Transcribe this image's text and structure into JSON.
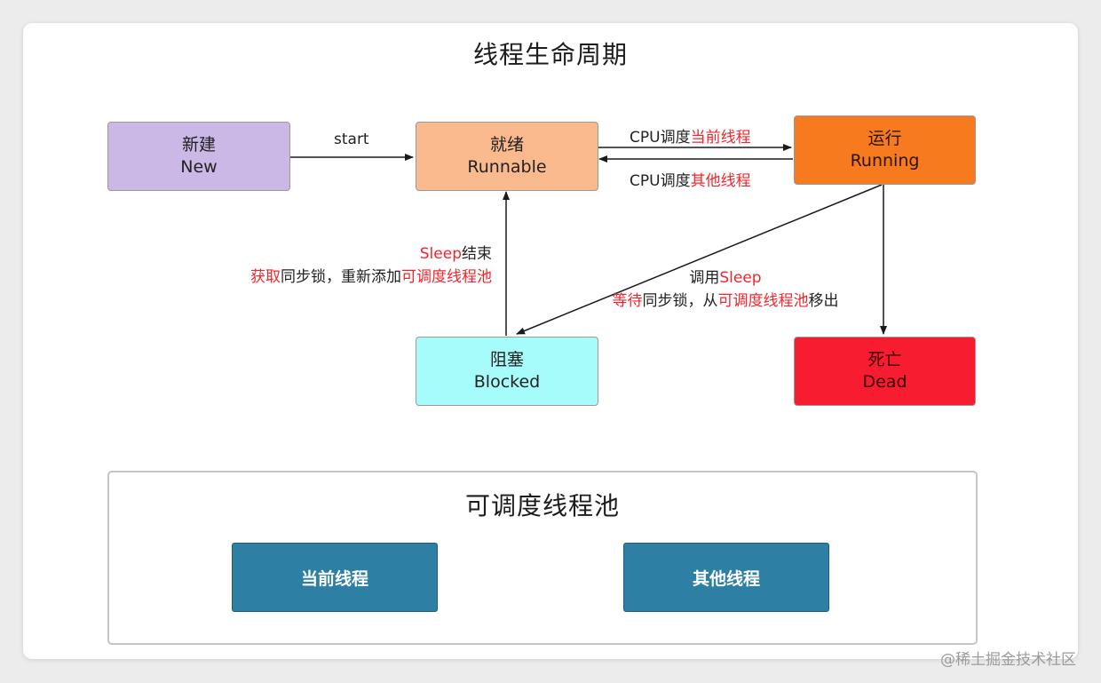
{
  "title": "线程生命周期",
  "nodes": {
    "new": {
      "cn": "新建",
      "en": "New"
    },
    "runnable": {
      "cn": "就绪",
      "en": "Runnable"
    },
    "running": {
      "cn": "运行",
      "en": "Running"
    },
    "blocked": {
      "cn": "阻塞",
      "en": "Blocked"
    },
    "dead": {
      "cn": "死亡",
      "en": "Dead"
    }
  },
  "edges": {
    "start": "start",
    "cpu_current": {
      "prefix": "CPU调度",
      "highlight": "当前线程"
    },
    "cpu_other": {
      "prefix": "CPU调度",
      "highlight": "其他线程"
    },
    "blocked_to_runnable": {
      "line1_highlight": "Sleep",
      "line1_rest": "结束",
      "line2_h1": "获取",
      "line2_t1": "同步锁，重新添加",
      "line2_h2": "可调度线程池"
    },
    "running_to_blocked": {
      "line1_prefix": "调用",
      "line1_highlight": "Sleep",
      "line2_h1": "等待",
      "line2_t1": "同步锁，从",
      "line2_h2": "可调度线程池",
      "line2_t2": "移出"
    }
  },
  "pool": {
    "title": "可调度线程池",
    "current": "当前线程",
    "other": "其他线程"
  },
  "watermark": "@稀土掘金技术社区",
  "colors": {
    "new": "#cbb8e6",
    "runnable": "#fbb98e",
    "running": "#f77b1e",
    "blocked": "#a6fbfb",
    "dead": "#f71c2f",
    "pool_box": "#2e7fa4",
    "highlight": "#f0262e"
  }
}
